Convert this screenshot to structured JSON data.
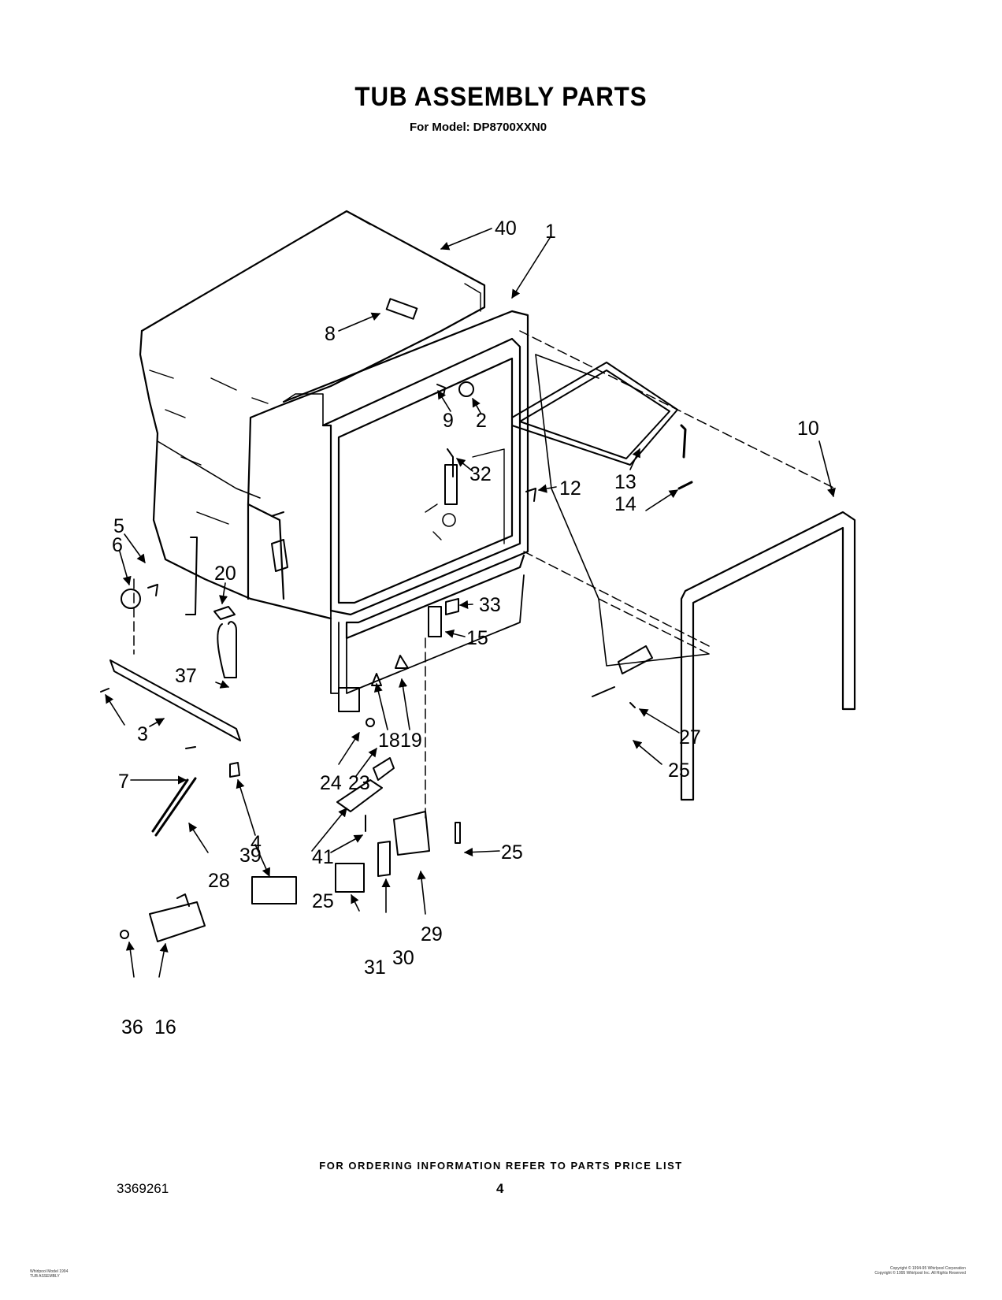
{
  "header": {
    "title": "TUB ASSEMBLY PARTS",
    "model_prefix": "For Model:",
    "model": "DP8700XXN0"
  },
  "callouts": [
    "40",
    "1",
    "8",
    "9",
    "2",
    "32",
    "12",
    "10",
    "13",
    "14",
    "5",
    "6",
    "20",
    "33",
    "15",
    "37",
    "3",
    "7",
    "4",
    "18",
    "19",
    "24",
    "23",
    "27",
    "25",
    "25",
    "41",
    "25",
    "28",
    "39",
    "29",
    "30",
    "31",
    "36",
    "16"
  ],
  "footer": {
    "ordering_info": "FOR ORDERING INFORMATION REFER TO PARTS PRICE LIST",
    "doc_number": "3369261",
    "page": "4",
    "fine_left": [
      "Whirlpool Model 1994",
      "TUB ASSEMBLY"
    ],
    "fine_right": [
      "Copyright © 1994-95 Whirlpool Corporation",
      "Copyright © 1995 Whirlpool Inc. All Rights Reserved"
    ]
  }
}
